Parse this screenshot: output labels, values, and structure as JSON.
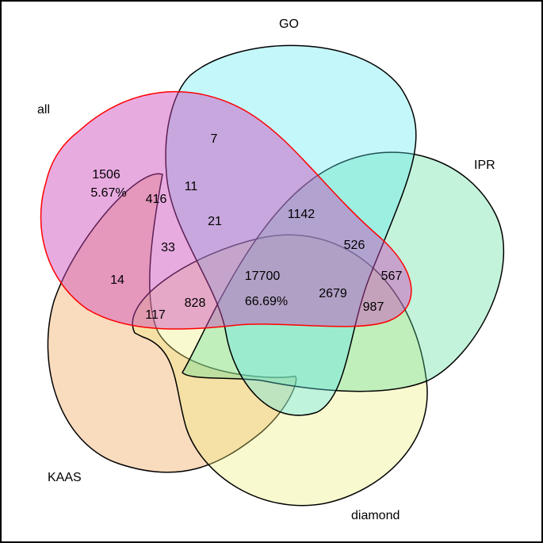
{
  "diagram": {
    "type": "venn-5",
    "sets": [
      {
        "key": "all",
        "label": "all",
        "fill": "#cc44bb",
        "stroke": "#ff0000"
      },
      {
        "key": "go",
        "label": "GO",
        "fill": "#55e7f0",
        "stroke": "#000000"
      },
      {
        "key": "ipr",
        "label": "IPR",
        "fill": "#55dd99",
        "stroke": "#000000"
      },
      {
        "key": "diamond",
        "label": "diamond",
        "fill": "#eeee77",
        "stroke": "#000000"
      },
      {
        "key": "kaas",
        "label": "KAAS",
        "fill": "#ee9944",
        "stroke": "#000000"
      }
    ],
    "regions": {
      "all_only": "1506",
      "all_only_pct": "5.67%",
      "r7": "7",
      "r416": "416",
      "r11": "11",
      "r21": "21",
      "r1142": "1142",
      "r33": "33",
      "r14": "14",
      "center": "17700",
      "center_pct": "66.69%",
      "r526": "526",
      "r567": "567",
      "r2679": "2679",
      "r987": "987",
      "r828": "828",
      "r117": "117"
    }
  }
}
